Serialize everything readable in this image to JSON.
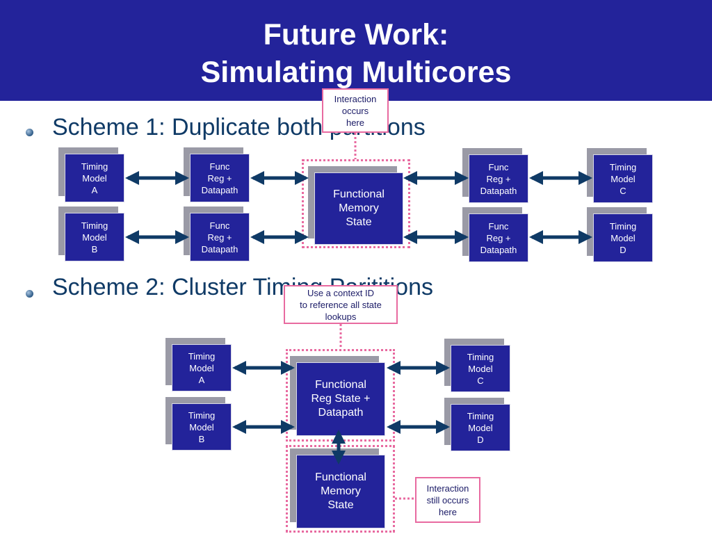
{
  "title": {
    "line1": "Future Work:",
    "line2": "Simulating Multicores"
  },
  "bullets": [
    "Scheme 1: Duplicate both partitions",
    "Scheme 2: Cluster Timing Parititions"
  ],
  "scheme1": {
    "timing_a": "Timing\nModel\nA",
    "func_a": "Func\nReg +\nDatapath",
    "timing_b": "Timing\nModel\nB",
    "func_b": "Func\nReg +\nDatapath",
    "memory": "Functional\nMemory\nState",
    "func_c": "Func\nReg +\nDatapath",
    "timing_c": "Timing\nModel\nC",
    "func_d": "Func\nReg +\nDatapath",
    "timing_d": "Timing\nModel\nD",
    "callout": "Interaction\noccurs\nhere"
  },
  "scheme2": {
    "timing_a": "Timing\nModel\nA",
    "timing_b": "Timing\nModel\nB",
    "timing_c": "Timing\nModel\nC",
    "timing_d": "Timing\nModel\nD",
    "reg_state": "Functional\nReg State +\nDatapath",
    "memory": "Functional\nMemory\nState",
    "callout_context": "Use a context ID\nto reference all state\nlookups",
    "callout_interaction": "Interaction\nstill occurs\nhere"
  },
  "colors": {
    "header": "#23239a",
    "box": "#23239a",
    "shadow": "#9a9aa6",
    "arrow": "#0f3a66",
    "highlight": "#e86aa0"
  }
}
